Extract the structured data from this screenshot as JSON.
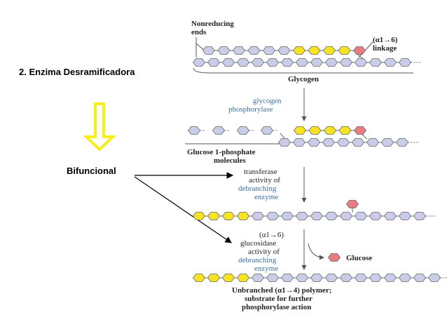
{
  "slide": {
    "title": "2. Enzima Desramificadora",
    "bifunctional_label": "Bifuncional"
  },
  "diagram": {
    "nonreducing_ends_line1": "Nonreducing",
    "nonreducing_ends_line2": "ends",
    "linkage_line1": "(α1→6)",
    "linkage_line2": "linkage",
    "glycogen": "Glycogen",
    "enzyme1_line1": "glycogen",
    "enzyme1_line2": "phosphorylase",
    "g1p_line1": "Glucose 1-phosphate",
    "g1p_line2": "molecules",
    "transferase_line1": "transferase",
    "transferase_line2": "activity of",
    "transferase_line3": "debranching",
    "transferase_line4": "enzyme",
    "glucosidase_line1": "(α1→6)",
    "glucosidase_line2": "glucosidase",
    "glucosidase_line3": "activity of",
    "glucosidase_line4": "debranching",
    "glucosidase_line5": "enzyme",
    "glucose": "Glucose",
    "final_line1": "Unbranched (α1→4) polymer;",
    "final_line2": "substrate for further",
    "final_line3": "phosphorylase action"
  },
  "colors": {
    "glucose_fill": "#c9cde8",
    "terminal_fill": "#f6e321",
    "branch_fill": "#e97c83",
    "enzyme_text": "#3a6ea5",
    "arrow_yellow": "#f7ef1c"
  }
}
